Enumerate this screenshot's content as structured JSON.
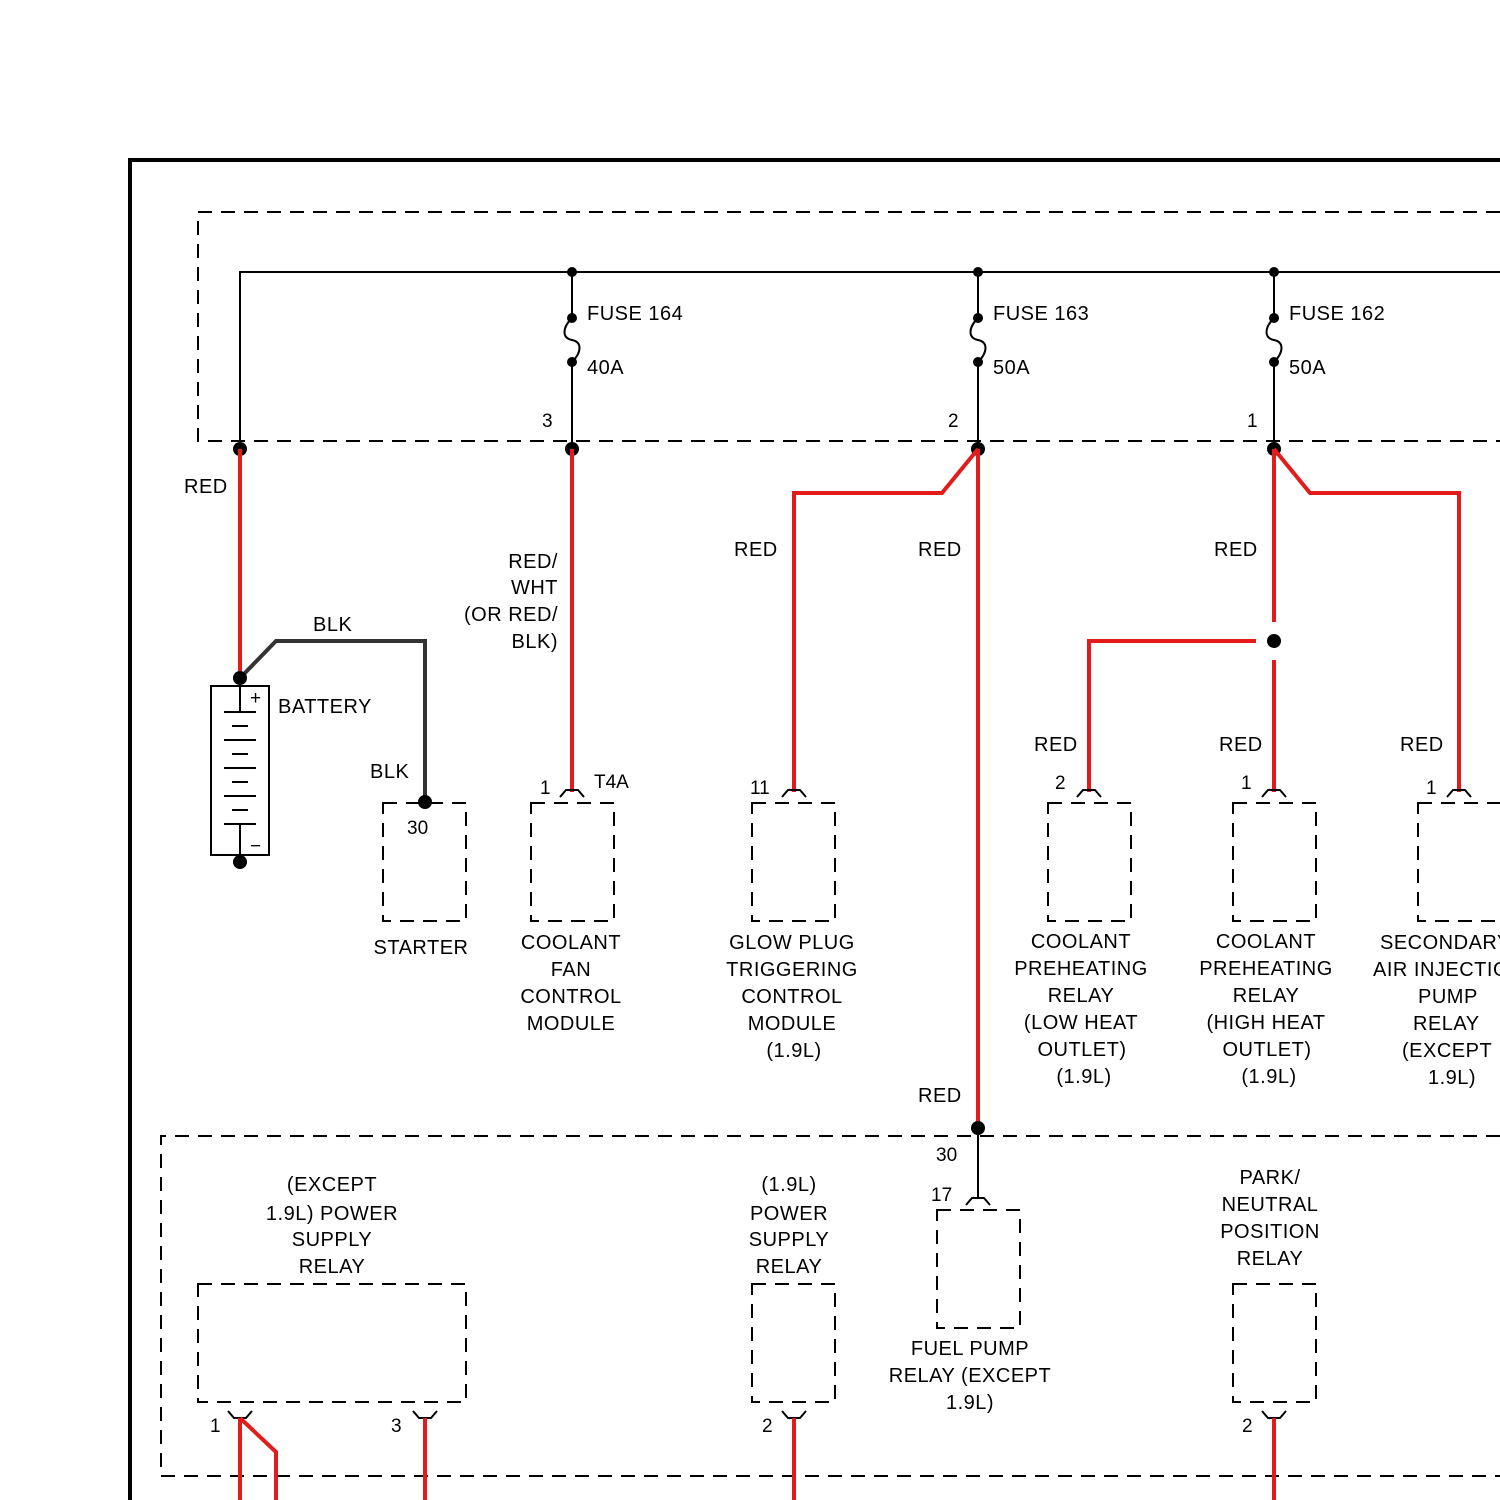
{
  "diagram": {
    "colors": {
      "wire_red": "#e41b1b",
      "wire_black": "#333333",
      "line": "#000000"
    },
    "fuses": [
      {
        "name": "FUSE 164",
        "rating": "40A",
        "terminal": "3"
      },
      {
        "name": "FUSE 163",
        "rating": "50A",
        "terminal": "2"
      },
      {
        "name": "FUSE 162",
        "rating": "50A",
        "terminal": "1"
      }
    ],
    "wires": {
      "battery_feed": "RED",
      "battery_ground_strap": "BLK",
      "starter_feed": "BLK",
      "coolant_fan_feed": [
        "RED/",
        "WHT",
        "(OR RED/",
        "BLK)"
      ],
      "glow_plug_feed": "RED",
      "fuse163_main": "RED",
      "fuse162_main": "RED",
      "low_heat_feed": "RED",
      "high_heat_feed": "RED",
      "sec_air_feed": "RED",
      "fuel_pump_feed": "RED"
    },
    "battery": {
      "label": "BATTERY",
      "plus": "+",
      "minus": "−"
    },
    "components": {
      "starter": {
        "pin": "30",
        "label": [
          "STARTER"
        ]
      },
      "coolant_fan": {
        "pin": "1",
        "connector": "T4A",
        "label": [
          "COOLANT",
          "FAN",
          "CONTROL",
          "MODULE"
        ]
      },
      "glow_plug": {
        "pin": "11",
        "label": [
          "GLOW PLUG",
          "TRIGGERING",
          "CONTROL",
          "MODULE",
          "(1.9L)"
        ]
      },
      "low_heat": {
        "pin": "2",
        "label": [
          "COOLANT",
          "PREHEATING",
          "RELAY",
          "(LOW HEAT",
          "OUTLET)",
          "(1.9L)"
        ]
      },
      "high_heat": {
        "pin": "1",
        "label": [
          "COOLANT",
          "PREHEATING",
          "RELAY",
          "(HIGH HEAT",
          "OUTLET)",
          "(1.9L)"
        ]
      },
      "sec_air": {
        "pin": "1",
        "label": [
          "SECONDARY",
          "AIR INJECTION",
          "PUMP",
          "RELAY",
          "(EXCEPT",
          "1.9L)"
        ]
      },
      "power_supply_except": {
        "pin_left": "1",
        "pin_right": "3",
        "label": [
          "(EXCEPT",
          "1.9L) POWER",
          "SUPPLY",
          "RELAY"
        ]
      },
      "power_supply_19": {
        "pin": "2",
        "label": [
          "(1.9L)",
          "POWER",
          "SUPPLY",
          "RELAY"
        ]
      },
      "fuel_pump": {
        "terminal": "30",
        "pin": "17",
        "label": [
          "FUEL PUMP",
          "RELAY (EXCEPT",
          "1.9L)"
        ]
      },
      "park_neutral": {
        "pin": "2",
        "label": [
          "PARK/",
          "NEUTRAL",
          "POSITION",
          "RELAY"
        ]
      }
    }
  }
}
